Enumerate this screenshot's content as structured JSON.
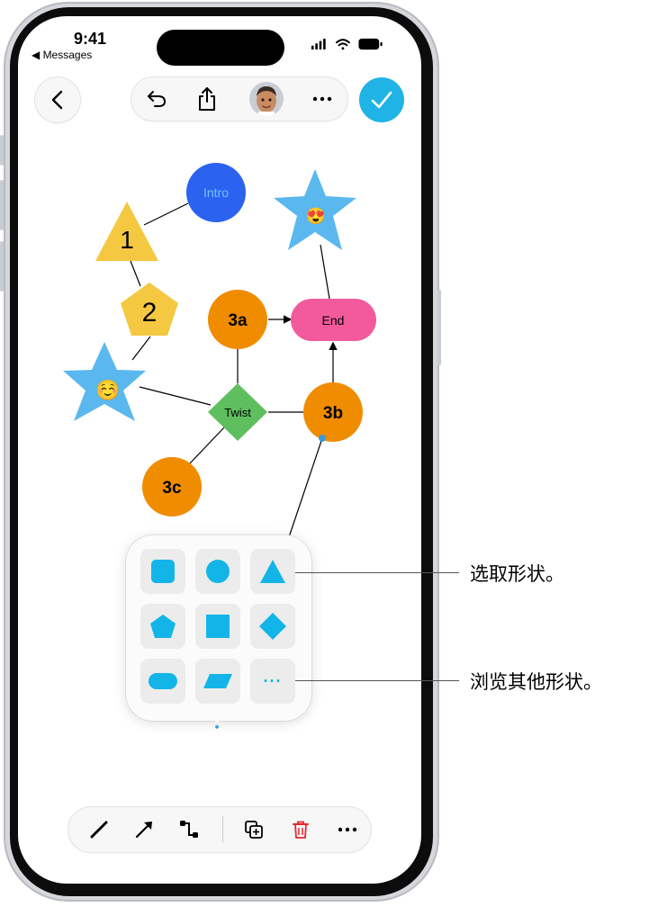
{
  "status_bar": {
    "time": "9:41",
    "back_label": "◀ Messages"
  },
  "top_toolbar": {
    "back_icon": "chevron-left-icon",
    "undo_icon": "undo-icon",
    "share_icon": "share-icon",
    "collaborator_avatar": "memoji-avatar",
    "more_icon": "ellipsis-icon",
    "done_icon": "checkmark-icon"
  },
  "diagram": {
    "nodes": [
      {
        "id": "intro",
        "shape": "circle",
        "label": "Intro",
        "color": "#2c62f0",
        "text_color": "#6fc3ff"
      },
      {
        "id": "n1",
        "shape": "triangle",
        "label": "1",
        "color": "#f5c842"
      },
      {
        "id": "n2",
        "shape": "pentagon",
        "label": "2",
        "color": "#f5c842"
      },
      {
        "id": "star-smile",
        "shape": "star",
        "label": "☺️",
        "color": "#5ab8ef"
      },
      {
        "id": "star-hearts",
        "shape": "star",
        "label": "😍",
        "color": "#5ab8ef"
      },
      {
        "id": "n3a",
        "shape": "circle",
        "label": "3a",
        "color": "#f08c00"
      },
      {
        "id": "end",
        "shape": "pill",
        "label": "End",
        "color": "#f25a9c"
      },
      {
        "id": "twist",
        "shape": "diamond",
        "label": "Twist",
        "color": "#5fbf5f"
      },
      {
        "id": "n3b",
        "shape": "circle",
        "label": "3b",
        "color": "#f08c00"
      },
      {
        "id": "n3c",
        "shape": "circle",
        "label": "3c",
        "color": "#f08c00"
      }
    ],
    "connections": [
      [
        "intro",
        "n1"
      ],
      [
        "n1",
        "n2"
      ],
      [
        "n2",
        "star-smile"
      ],
      [
        "star-smile",
        "twist"
      ],
      [
        "twist",
        "n3a"
      ],
      [
        "n3a",
        "end"
      ],
      [
        "n3b",
        "end"
      ],
      [
        "end",
        "star-hearts"
      ],
      [
        "twist",
        "n3b"
      ],
      [
        "twist",
        "n3c"
      ],
      [
        "n3b",
        "palette-anchor"
      ]
    ]
  },
  "shape_palette": {
    "accent": "#13b5e8",
    "items": [
      {
        "name": "square-shape",
        "icon": "rounded-square-icon"
      },
      {
        "name": "circle-shape",
        "icon": "circle-icon"
      },
      {
        "name": "triangle-shape",
        "icon": "triangle-icon"
      },
      {
        "name": "pentagon-shape",
        "icon": "pentagon-icon"
      },
      {
        "name": "square-shape-2",
        "icon": "square-icon"
      },
      {
        "name": "diamond-shape",
        "icon": "diamond-icon"
      },
      {
        "name": "pill-shape",
        "icon": "pill-icon"
      },
      {
        "name": "parallelogram-shape",
        "icon": "parallelogram-icon"
      },
      {
        "name": "more-shapes",
        "icon": "ellipsis-icon"
      }
    ],
    "more_label": "···"
  },
  "bottom_toolbar": {
    "items": [
      "line-icon",
      "arrow-icon",
      "connector-icon",
      "duplicate-icon",
      "trash-icon",
      "ellipsis-icon"
    ],
    "trash_color": "#e5262b"
  },
  "callouts": {
    "choose_shape": "选取形状。",
    "browse_shapes": "浏览其他形状。"
  }
}
